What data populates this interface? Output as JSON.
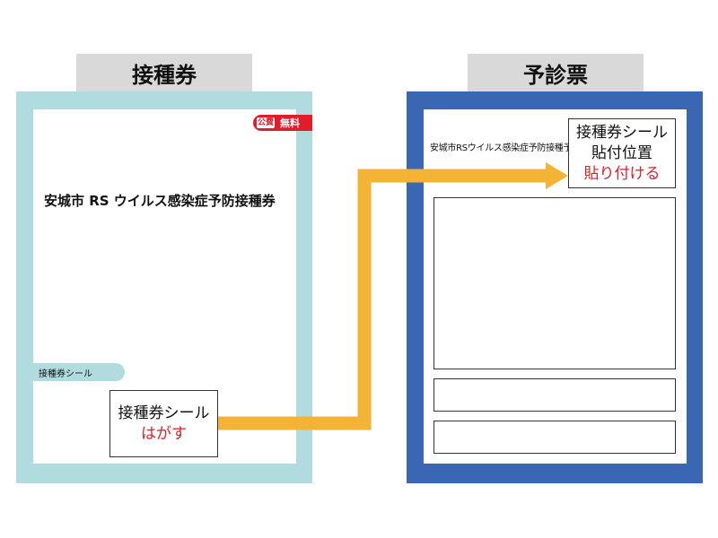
{
  "headers": {
    "ticket": "接種券",
    "form": "予診票"
  },
  "ticket": {
    "title": "安城市 RS ウイルス感染症予防接種券",
    "badge_mark": "公費",
    "badge_label": "無料",
    "seal_tab": "接種券シール",
    "seal_box_line1": "接種券シール",
    "seal_box_line2": "はがす"
  },
  "form": {
    "title": "安城市RSウイルス感染症予防接種予診票",
    "seal_position_line1": "接種券シール",
    "seal_position_line2": "貼付位置",
    "seal_position_line3": "貼り付ける"
  },
  "colors": {
    "ticket_frame": "#b0dcdf",
    "form_frame": "#3a67b4",
    "arrow": "#f5b335",
    "accent_red": "#e11d2a"
  }
}
